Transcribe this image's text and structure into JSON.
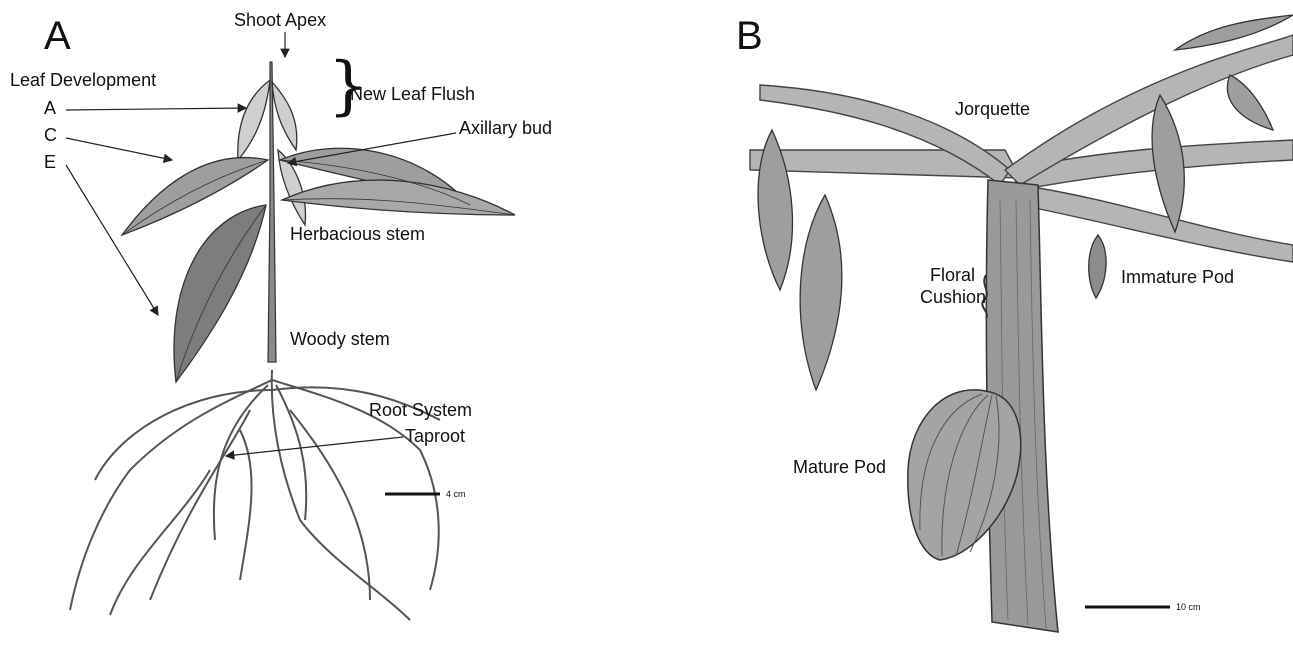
{
  "panel_a": {
    "letter": "A",
    "labels": {
      "shoot_apex": "Shoot Apex",
      "leaf_development": "Leaf Development",
      "stage_a": "A",
      "stage_c": "C",
      "stage_e": "E",
      "new_leaf_flush": "New Leaf Flush",
      "axillary_bud": "Axillary bud",
      "herbaceous_stem": "Herbacious stem",
      "woody_stem": "Woody stem",
      "root_system": "Root System",
      "taproot": "Taproot"
    },
    "scale_bar": "4 cm"
  },
  "panel_b": {
    "letter": "B",
    "labels": {
      "jorquette": "Jorquette",
      "floral_cushion_1": "Floral",
      "floral_cushion_2": "Cushion",
      "immature_pod": "Immature Pod",
      "mature_pod": "Mature Pod"
    },
    "scale_bar": "10 cm"
  },
  "colors": {
    "ink": "#222222",
    "pencil": "#555555",
    "shade": "#9a9a9a",
    "fill": "#d9d9d9"
  }
}
